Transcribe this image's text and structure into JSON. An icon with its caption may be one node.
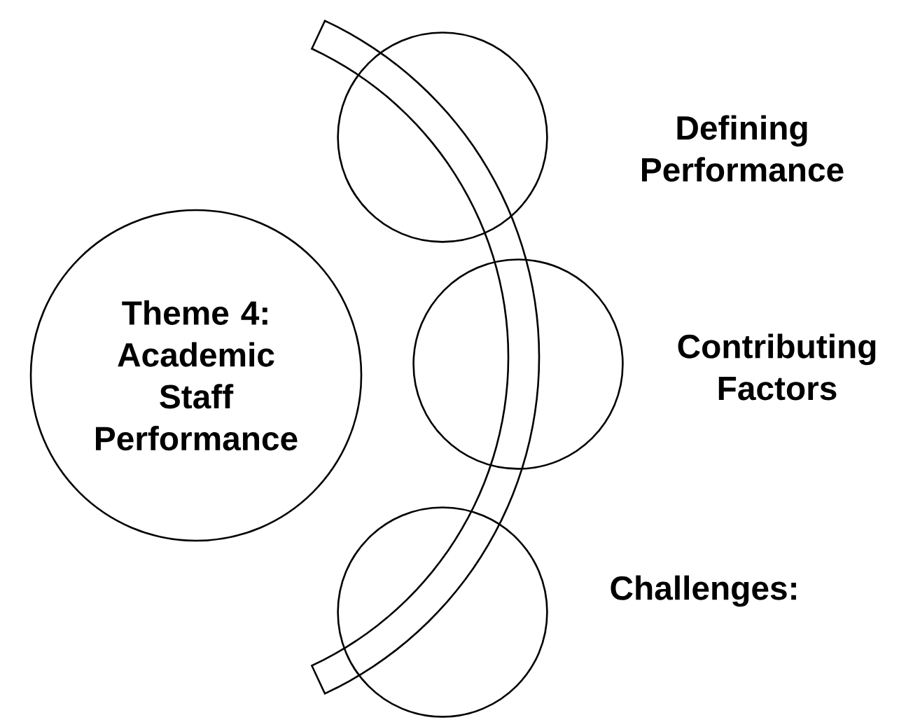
{
  "diagram": {
    "nodes": [
      {
        "text": [
          "Theme 4: Academic Staff Performance"
        ]
      },
      {
        "text": [],
        "shape": "circle",
        "beside": [
          "Defining Performance"
        ]
      },
      {
        "text": [],
        "shape": "circle",
        "beside": [
          "Contributing Factors"
        ]
      },
      {
        "text": [],
        "shape": "circle",
        "beside": [
          "Challenges:"
        ]
      }
    ]
  }
}
